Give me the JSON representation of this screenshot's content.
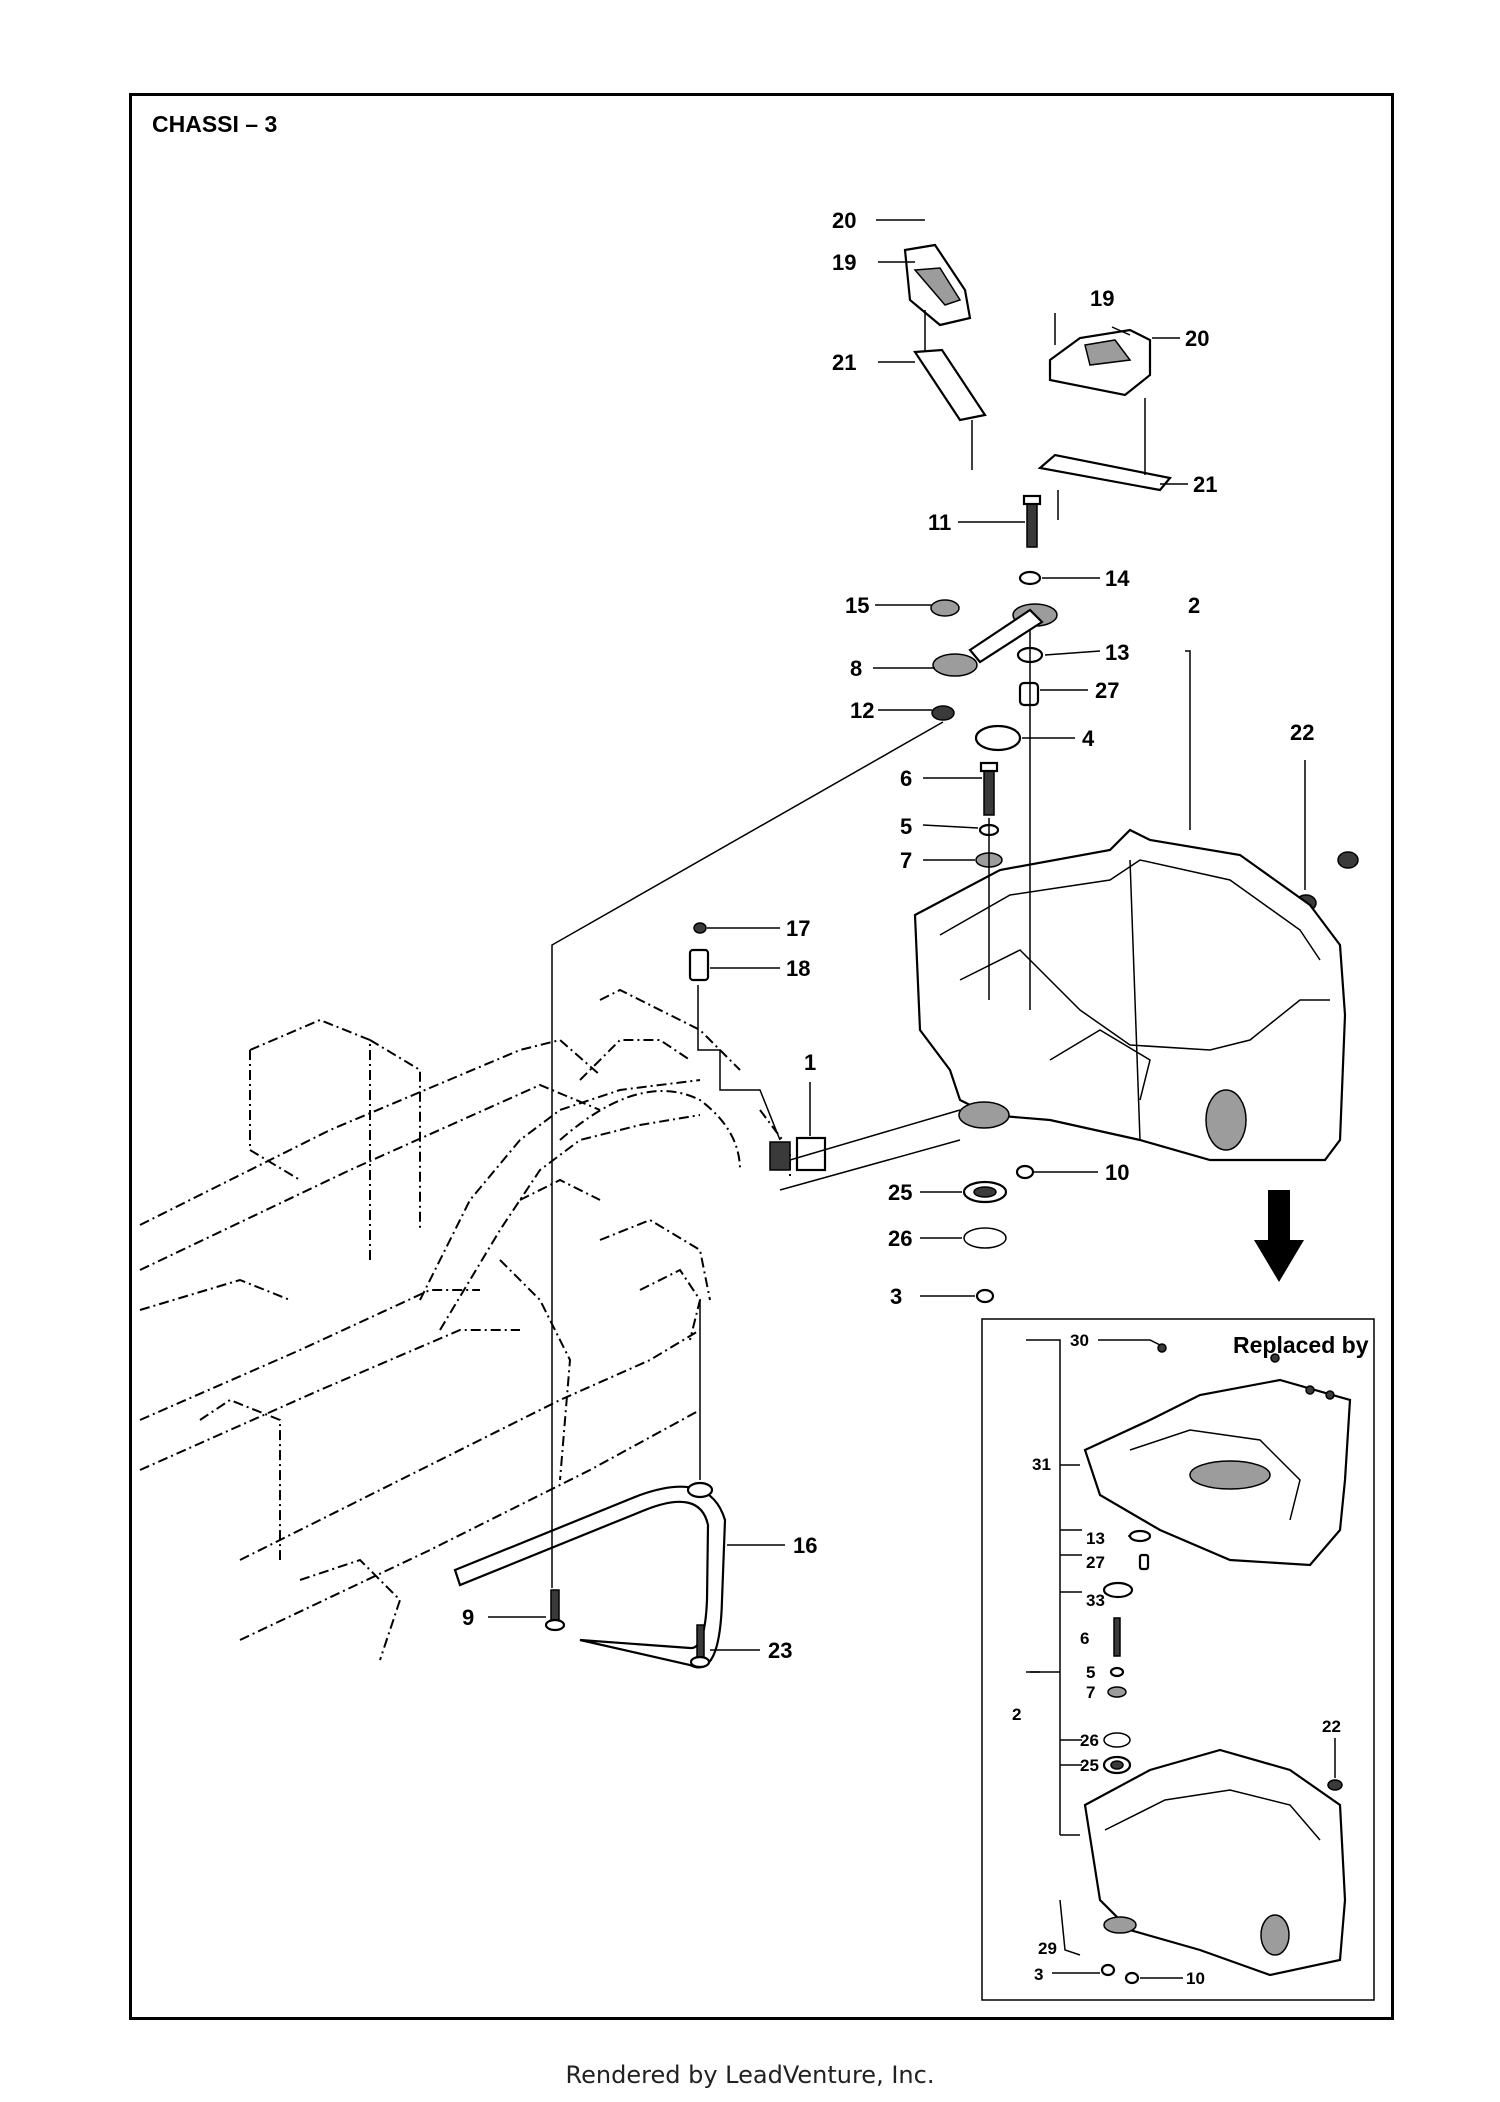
{
  "diagram": {
    "title": "CHASSI – 3",
    "inset_title": "Replaced by",
    "footer": "Rendered by LeadVenture, Inc.",
    "callouts": [
      {
        "id": "c20a",
        "label": "20"
      },
      {
        "id": "c19a",
        "label": "19"
      },
      {
        "id": "c21a",
        "label": "21"
      },
      {
        "id": "c19b",
        "label": "19"
      },
      {
        "id": "c20b",
        "label": "20"
      },
      {
        "id": "c21b",
        "label": "21"
      },
      {
        "id": "c11",
        "label": "11"
      },
      {
        "id": "c14",
        "label": "14"
      },
      {
        "id": "c15",
        "label": "15"
      },
      {
        "id": "c2",
        "label": "2"
      },
      {
        "id": "c8",
        "label": "8"
      },
      {
        "id": "c13",
        "label": "13"
      },
      {
        "id": "c12",
        "label": "12"
      },
      {
        "id": "c27",
        "label": "27"
      },
      {
        "id": "c4",
        "label": "4"
      },
      {
        "id": "c22",
        "label": "22"
      },
      {
        "id": "c6",
        "label": "6"
      },
      {
        "id": "c5",
        "label": "5"
      },
      {
        "id": "c7",
        "label": "7"
      },
      {
        "id": "c17",
        "label": "17"
      },
      {
        "id": "c18",
        "label": "18"
      },
      {
        "id": "c1",
        "label": "1"
      },
      {
        "id": "c10",
        "label": "10"
      },
      {
        "id": "c25",
        "label": "25"
      },
      {
        "id": "c26",
        "label": "26"
      },
      {
        "id": "c3",
        "label": "3"
      },
      {
        "id": "c16",
        "label": "16"
      },
      {
        "id": "c9",
        "label": "9"
      },
      {
        "id": "c23",
        "label": "23"
      }
    ],
    "inset_callouts": [
      {
        "id": "i30",
        "label": "30"
      },
      {
        "id": "i31",
        "label": "31"
      },
      {
        "id": "i13",
        "label": "13"
      },
      {
        "id": "i27",
        "label": "27"
      },
      {
        "id": "i33",
        "label": "33"
      },
      {
        "id": "i6",
        "label": "6"
      },
      {
        "id": "i5",
        "label": "5"
      },
      {
        "id": "i7",
        "label": "7"
      },
      {
        "id": "i2",
        "label": "2"
      },
      {
        "id": "i26",
        "label": "26"
      },
      {
        "id": "i25",
        "label": "25"
      },
      {
        "id": "i22",
        "label": "22"
      },
      {
        "id": "i29",
        "label": "29"
      },
      {
        "id": "i3",
        "label": "3"
      },
      {
        "id": "i10",
        "label": "10"
      }
    ]
  }
}
